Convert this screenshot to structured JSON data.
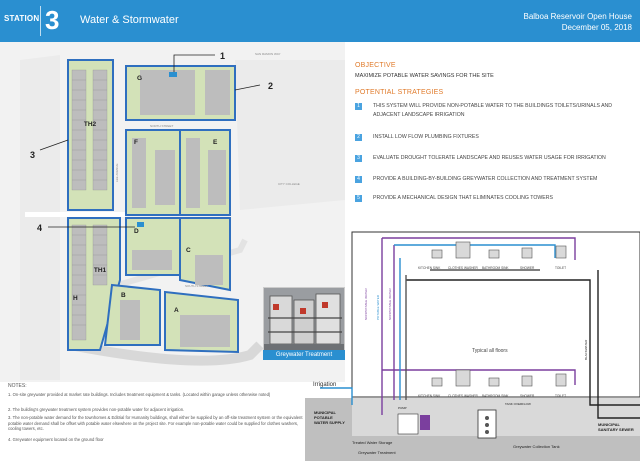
{
  "header": {
    "station_label": "STATION",
    "station_number": "3",
    "title": "Water & Stormwater",
    "event": "Balboa Reservoir Open House",
    "date": "December 05, 2018"
  },
  "colors": {
    "brand_blue": "#2a8fd0",
    "accent_orange": "#e07b2b",
    "parcel_outline": "#2f6fbf",
    "green_fill": "#d3e2b8",
    "purple_pipe": "#7b3f9e"
  },
  "site_plan": {
    "callouts": [
      "1",
      "2",
      "3",
      "4"
    ],
    "blocks": [
      "G",
      "TH2",
      "F",
      "E",
      "D",
      "C",
      "TH1",
      "H",
      "B",
      "A"
    ],
    "streets": [
      "NORTH STREET",
      "SOUTH STREET",
      "LEE AVENUE",
      "SAN RAMON WAY",
      "CITY COLLEGE"
    ]
  },
  "objective": {
    "heading": "OBJECTIVE",
    "text": "MAXIMIZE POTABLE WATER SAVINGS FOR THE SITE"
  },
  "strategies": {
    "heading": "POTENTIAL STRATEGIES",
    "items": [
      {
        "num": "1",
        "text": "THIS SYSTEM WILL PROVIDE NON-POTABLE WATER TO THE BUILDINGS TOILETS/URINALS AND ADJACENT LANDSCAPE IRRIGATION"
      },
      {
        "num": "2",
        "text": "INSTALL LOW FLOW PLUMBING FIXTURES"
      },
      {
        "num": "3",
        "text": "EVALUATE DROUGHT TOLERATE LANDSCAPE AND REUSES WATER USAGE FOR IRRIGATION"
      },
      {
        "num": "4",
        "text": "PROVIDE A BUILDING-BY-BUILDING GREYWATER COLLECTION AND TREATMENT SYSTEM"
      },
      {
        "num": "5",
        "text": "PROVIDE A MECHANICAL DESIGN THAT ELIMINATES COOLING TOWERS"
      }
    ]
  },
  "notes": {
    "title": "NOTES:",
    "items": [
      "1.   On-site greywater provided at market rate buildings. Includes treatment equipment & tanks. (Located within garage unless otherwise noted)",
      "2.   The building's greywater treatment system provides non-potable water for adjacent irrigation.",
      "3.   The non-potable water demand for the townhomes & Editrial for Humanity buildings, shall either be supplied by an off-site treatment system or the equivalent potable water demand shall be offset with potable water elsewhere on the project site. For example non-potable water could be supplied for clothes washers, cooling towers, etc.",
      "4.   Greywater equipment located on the ground floor"
    ]
  },
  "photo": {
    "caption": "Greywater Treatment"
  },
  "schematic": {
    "irrigation_label": "Irrigation",
    "fixtures_top": [
      "KITCHEN SINK",
      "CLOTHES WASHER",
      "BATHROOM SINK",
      "SHOWER",
      "TOILET"
    ],
    "fixtures_bottom": [
      "KITCHEN SINK",
      "CLOTHES WASHER",
      "BATHROOM SINK",
      "SHOWER",
      "TOILET"
    ],
    "typical_floors": "Typical all floors",
    "pipe_labels": [
      "NONPOTABLE WATER",
      "POTABLE WATER",
      "BLACKWATER",
      "NONPOTABLE WATER"
    ],
    "municipal_potable": "MUNICIPAL POTABLE WATER SUPPLY",
    "municipal_sewer": "MUNICIPAL SANITARY SEWER",
    "pump": "PUMP",
    "tank_overflow": "TANK OVERFLOW",
    "treated_storage": "Treated Water Storage",
    "greywater_treatment": "Greywater Treatment",
    "collection_tank": "Greywater Collection Tank"
  }
}
